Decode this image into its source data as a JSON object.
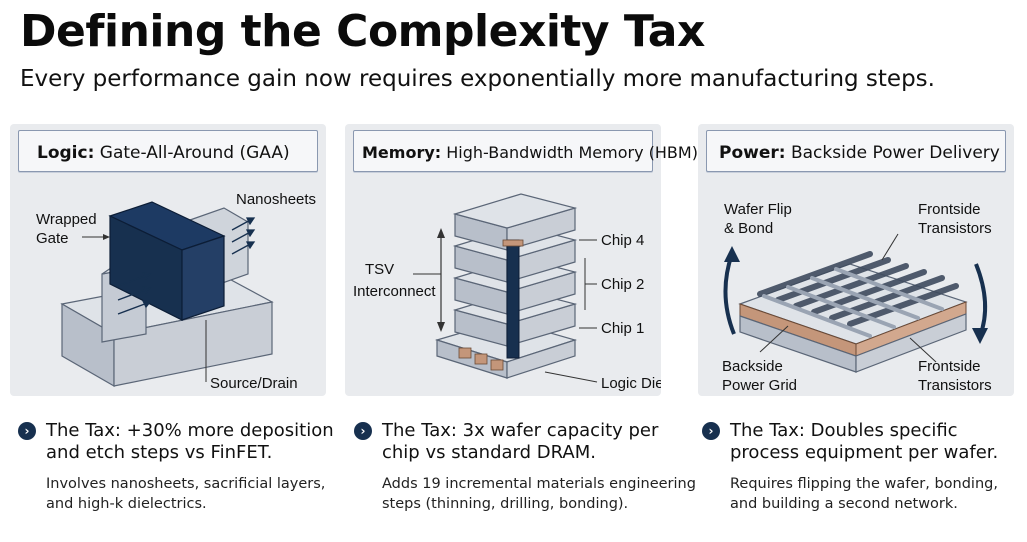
{
  "title": "Defining the Complexity Tax",
  "subtitle": "Every performance gain now requires exponentially more manufacturing steps.",
  "colors": {
    "navy": "#17304f",
    "panel_bg": "#e9ebee",
    "copper": "#c4967a",
    "block": "#c9ced6"
  },
  "panels": [
    {
      "header_bold": "Logic:",
      "header_rest": " Gate-All-Around (GAA)",
      "labels": {
        "wrapped_1": "Wrapped",
        "wrapped_2": "Gate",
        "nanosheets": "Nanosheets",
        "source_drain": "Source/Drain"
      },
      "tax_1": "The Tax: +30% more deposition",
      "tax_2": "and etch steps vs FinFET.",
      "detail_1": "Involves nanosheets, sacrificial layers,",
      "detail_2": "and high-k dielectrics."
    },
    {
      "header_bold": "Memory:",
      "header_rest": " High-Bandwidth Memory (HBM)",
      "labels": {
        "tsv_1": "TSV",
        "tsv_2": "Interconnect",
        "chip4": "Chip 4",
        "chip2": "Chip 2",
        "chip1": "Chip 1",
        "logic_die": "Logic Die"
      },
      "tax_1": "The Tax: 3x wafer capacity per",
      "tax_2": "chip vs standard DRAM.",
      "detail_1": "Adds 19 incremental materials engineering",
      "detail_2": "steps (thinning, drilling, bonding)."
    },
    {
      "header_bold": "Power:",
      "header_rest": " Backside Power Delivery",
      "labels": {
        "flip_1": "Wafer Flip",
        "flip_2": "& Bond",
        "front_top_1": "Frontside",
        "front_top_2": "Transistors",
        "back_1": "Backside",
        "back_2": "Power Grid",
        "front_bot_1": "Frontside",
        "front_bot_2": "Transistors"
      },
      "tax_1": "The Tax: Doubles specific",
      "tax_2": "process equipment per wafer.",
      "detail_1": "Requires flipping the wafer, bonding,",
      "detail_2": "and building a second network."
    }
  ]
}
